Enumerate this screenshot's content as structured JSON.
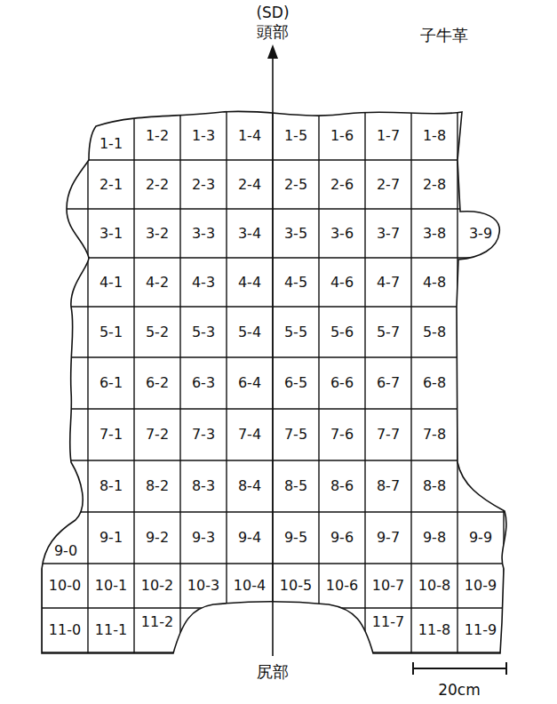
{
  "diagram": {
    "labels": [
      "(SD)",
      "頭部",
      "子牛革",
      "1-1",
      "1-2",
      "1-3",
      "1-4",
      "1-5",
      "1-6",
      "1-7",
      "1-8",
      "2-1",
      "2-2",
      "2-3",
      "2-4",
      "2-5",
      "2-6",
      "2-7",
      "2-8",
      "3-1",
      "3-2",
      "3-3",
      "3-4",
      "3-5",
      "3-6",
      "3-7",
      "3-8",
      "3-9",
      "4-1",
      "4-2",
      "4-3",
      "4-4",
      "4-5",
      "4-6",
      "4-7",
      "4-8",
      "5-1",
      "5-2",
      "5-3",
      "5-4",
      "5-5",
      "5-6",
      "5-7",
      "5-8",
      "6-1",
      "6-2",
      "6-3",
      "6-4",
      "6-5",
      "6-6",
      "6-7",
      "6-8",
      "7-1",
      "7-2",
      "7-3",
      "7-4",
      "7-5",
      "7-6",
      "7-7",
      "7-8",
      "8-1",
      "8-2",
      "8-3",
      "8-4",
      "8-5",
      "8-6",
      "8-7",
      "8-8",
      "9-0",
      "9-1",
      "9-2",
      "9-3",
      "9-4",
      "9-5",
      "9-6",
      "9-7",
      "9-8",
      "9-9",
      "10-0",
      "10-1",
      "10-2",
      "10-3",
      "10-4",
      "10-5",
      "10-6",
      "10-7",
      "10-8",
      "10-9",
      "11-0",
      "11-1",
      "11-2",
      "11-7",
      "11-8",
      "11-9",
      "尻部",
      "20cm"
    ]
  }
}
